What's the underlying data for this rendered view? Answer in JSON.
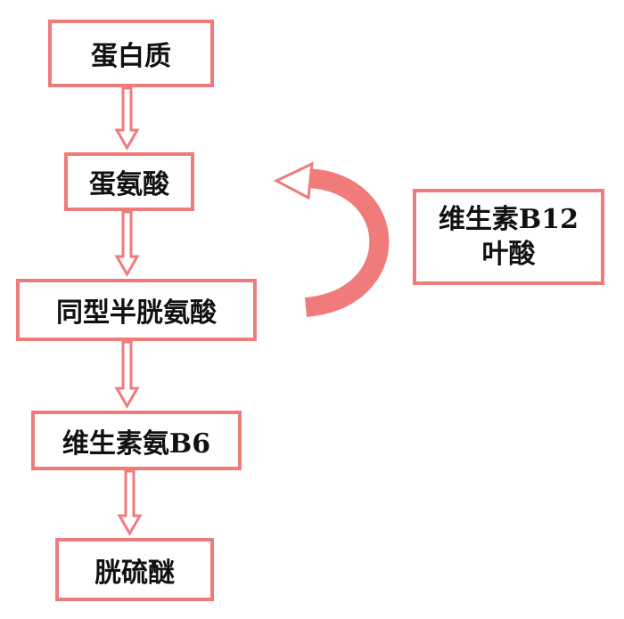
{
  "nodes": {
    "protein": "蛋白质",
    "methionine": "蛋氨酸",
    "homocysteine": "同型半胱氨酸",
    "vitamin_b6": "维生素氨B6",
    "cystathionine": "胱硫醚",
    "cofactors": {
      "line1": "维生素B12",
      "line2": "叶酸"
    }
  },
  "colors": {
    "accent": "#f07b7b",
    "text": "#111111",
    "background": "#ffffff"
  }
}
